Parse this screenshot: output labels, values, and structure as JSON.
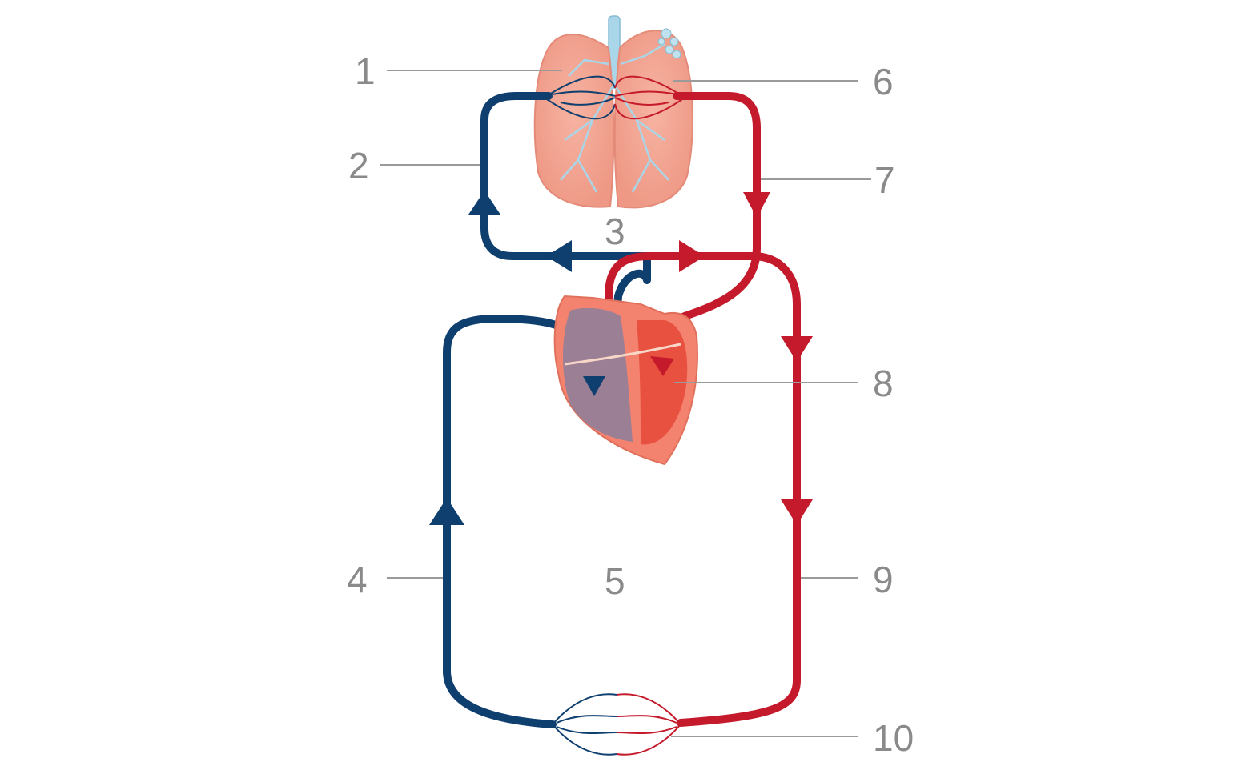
{
  "labels": {
    "n1": "1",
    "n2": "2",
    "n3": "3",
    "n4": "4",
    "n5": "5",
    "n6": "6",
    "n7": "7",
    "n8": "8",
    "n9": "9",
    "n10": "10"
  },
  "colors": {
    "deoxygenated": "#0f3f6e",
    "oxygenated": "#c41a2b",
    "lung": "#f2a594",
    "lung_edge": "#e48a78",
    "bronchi": "#a9d6e8",
    "heart_right": "#9a7f95",
    "heart_left": "#e8503f",
    "heart_wall": "#f3826e",
    "label_gray": "#8a8a8a"
  }
}
